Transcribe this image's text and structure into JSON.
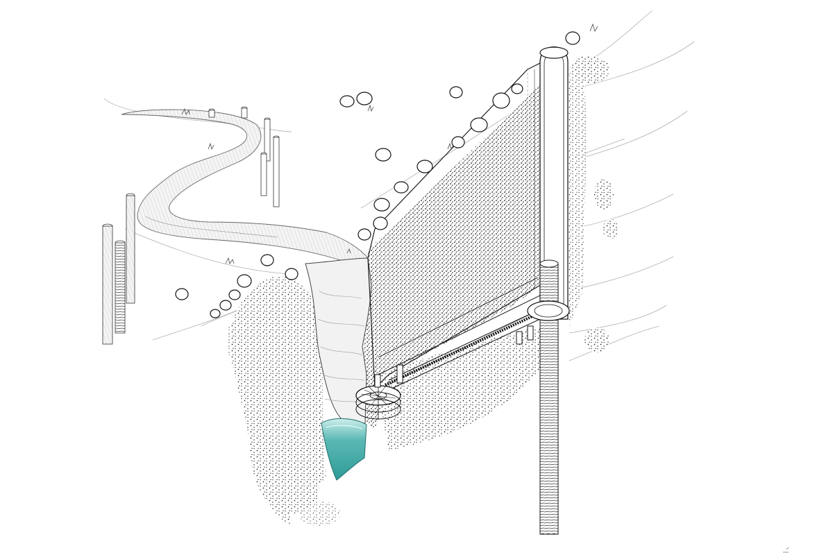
{
  "drawing": {
    "kind": "architectural-axonometric-section",
    "text_labels": [],
    "colors": {
      "line": "#1a1a1a",
      "faint_line": "#9a9a9a",
      "water_top": "#bfe9e6",
      "water": "#5ab8b4",
      "water_deep": "#2f9b97",
      "stipple": "#2a2a2a",
      "background": "#ffffff"
    },
    "elements": [
      "terrain-surface",
      "winding-channel",
      "canyon-cut",
      "water-pool",
      "section-wall",
      "vertical-shaft",
      "threaded-pile",
      "spiral-stair",
      "chain-conveyor",
      "boulder-row",
      "ground-piles"
    ]
  }
}
